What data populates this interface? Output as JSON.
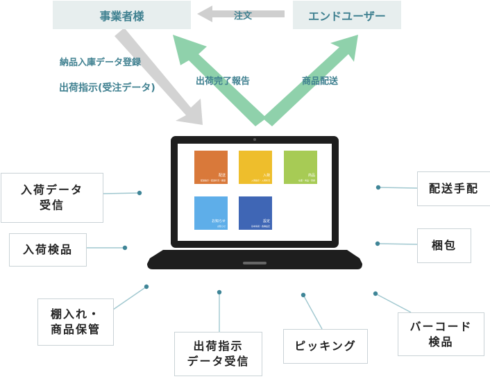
{
  "top": {
    "business": "事業者様",
    "enduser": "エンドユーザー",
    "order": "注文"
  },
  "flows": {
    "arrival_data": "納品入庫データ登録",
    "shipping_instruction": "出荷指示(受注データ)",
    "shipping_report": "出荷完了報告",
    "delivery": "商品配送"
  },
  "screen": {
    "tiles": [
      {
        "label": "配送",
        "sub": "配送指示・配送状況・履歴",
        "color": "#d9793a"
      },
      {
        "label": "入荷",
        "sub": "入荷指示・入荷状況",
        "color": "#eebe2c"
      },
      {
        "label": "商品",
        "sub": "在庫・商品・登録",
        "color": "#a7cb55"
      },
      {
        "label": "お知らせ",
        "sub": "お知らせ",
        "color": "#5eaee9"
      },
      {
        "label": "設定",
        "sub": "基本情報・各種設定",
        "color": "#3f66b5"
      }
    ]
  },
  "steps": {
    "arrival_data_receive": [
      "入荷データ",
      "受信"
    ],
    "arrival_inspection": "入荷検品",
    "shelving": [
      "棚入れ・",
      "商品保管"
    ],
    "shipping_data_receive": [
      "出荷指示",
      "データ受信"
    ],
    "picking": "ピッキング",
    "barcode_inspection": [
      "バーコード",
      "検品"
    ],
    "packing": "梱包",
    "delivery_arrangement": "配送手配"
  },
  "colors": {
    "accent_text": "#3f8090",
    "top_box_bg": "#e7eeee",
    "gray_arrow": "#cfcfcf",
    "green_arrow": "#8fd1ab",
    "connector": "#9fc7cf",
    "dot": "#3f8597",
    "laptop": "#1e1e1e"
  }
}
